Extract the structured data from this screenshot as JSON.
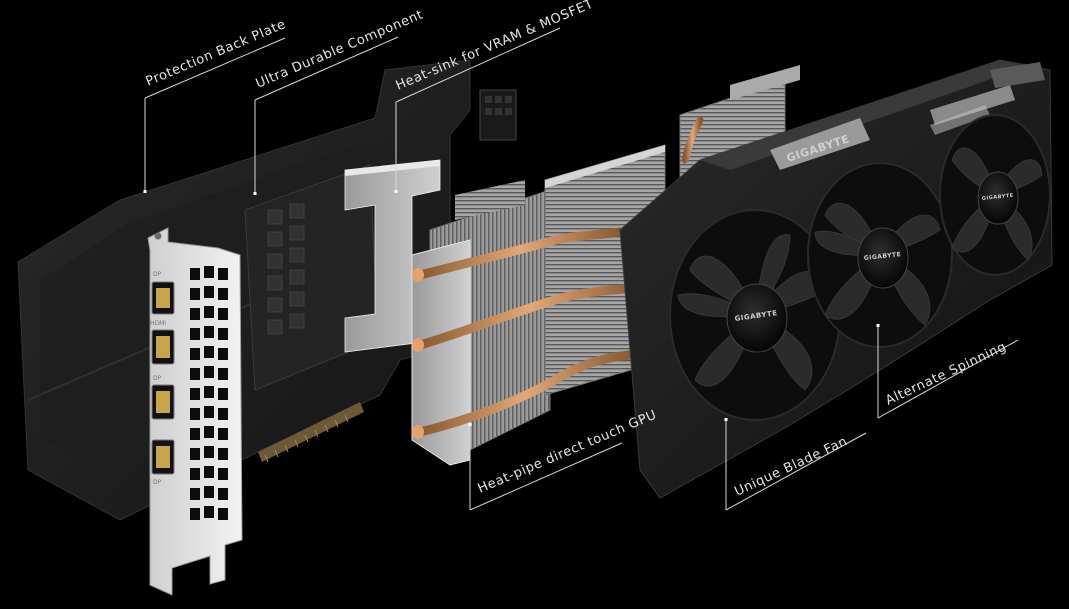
{
  "callouts": {
    "back_plate": "Protection Back Plate",
    "durable_component": "Ultra Durable Component",
    "heatsink_vram": "Heat-sink for VRAM & MOSFET",
    "heatpipe_gpu": "Heat-pipe direct touch GPU",
    "blade_fan": "Unique Blade Fan",
    "alternate_spinning": "Alternate Spinning"
  },
  "brand": {
    "name": "GIGABYTE"
  },
  "bracket": {
    "port_dp_top": "DP",
    "port_hdmi": "HDMI",
    "port_dp_mid": "DP",
    "port_dp_bottom": "DP"
  },
  "colors": {
    "background": "#000000",
    "callout_text": "#e6e6e6",
    "leader_line": "#d8d8d8",
    "copper": "#c98a55",
    "aluminum": "#b8b8b8",
    "shroud": "#1c1c1c"
  }
}
